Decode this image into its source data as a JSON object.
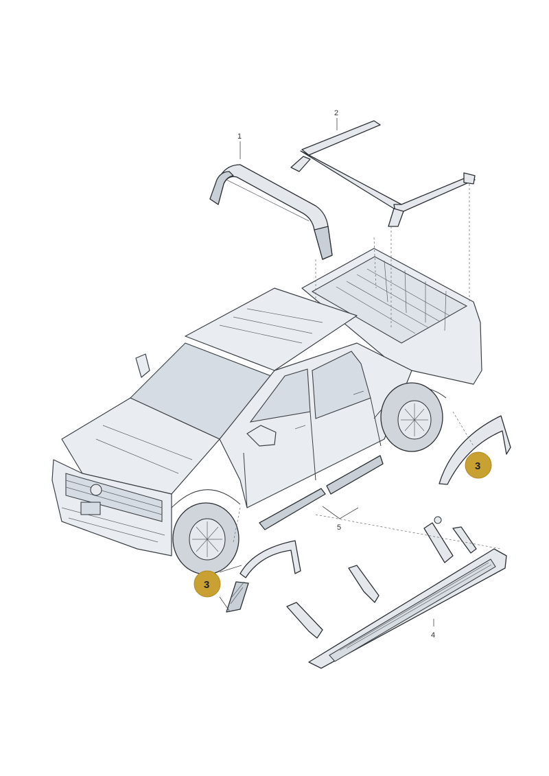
{
  "callouts": [
    {
      "id": "1",
      "label": "1"
    },
    {
      "id": "2",
      "label": "2"
    },
    {
      "id": "4",
      "label": "4"
    },
    {
      "id": "5",
      "label": "5"
    }
  ],
  "badges": [
    {
      "id": "3a",
      "label": "3"
    },
    {
      "id": "3b",
      "label": "3"
    }
  ],
  "colors": {
    "badge": "#c9a032",
    "line": "#2b2f33",
    "part": "#e4e8ec"
  }
}
